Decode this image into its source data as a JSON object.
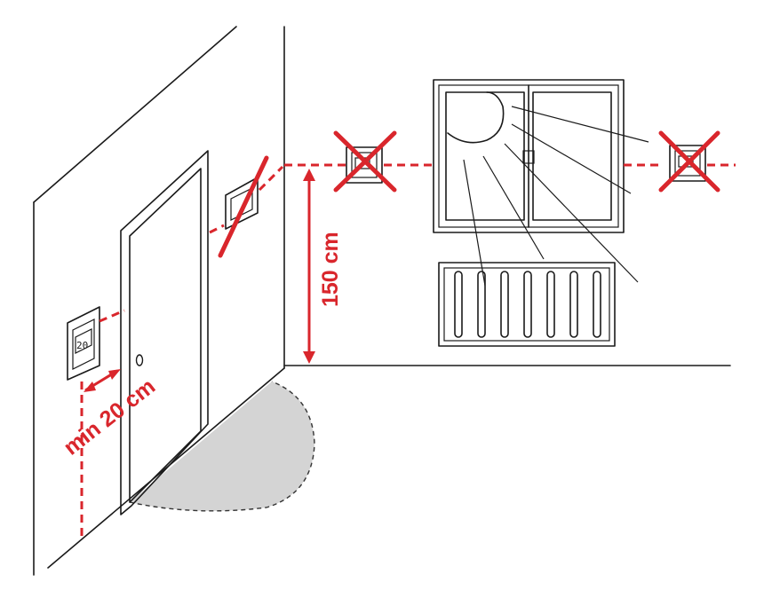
{
  "labels": {
    "height": "150 cm",
    "min_distance": "min 20 cm"
  },
  "thermostat": {
    "display_value": "20"
  },
  "colors": {
    "marker_red": "#d9262c",
    "line_ink": "#1a1a1a",
    "door_sweep_fill": "#d4d4d4"
  },
  "icons": [
    "thermostat-icon",
    "cross-mark-icon",
    "sun-icon",
    "radiator-icon",
    "window-icon",
    "door-icon"
  ]
}
